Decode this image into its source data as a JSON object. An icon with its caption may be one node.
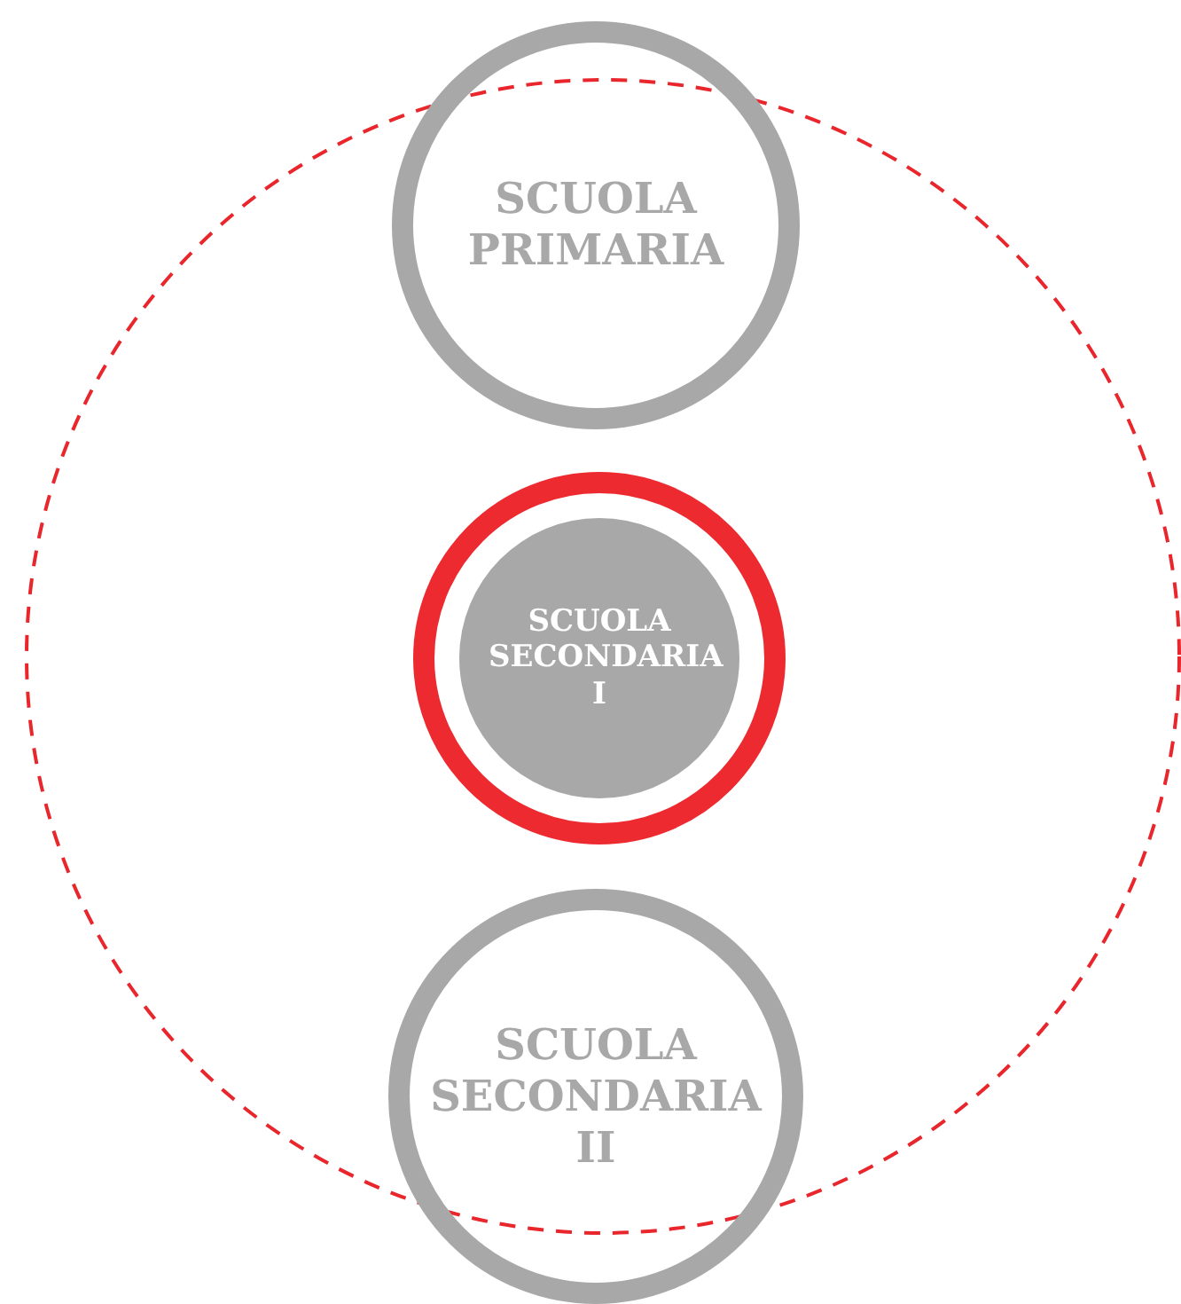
{
  "diagram": {
    "nodes": [
      {
        "text": [],
        "shape": "circle"
      },
      {
        "text": [
          "SCUOLA PRIMARIA"
        ]
      },
      {
        "text": [
          "SCUOLA SECONDARIA I"
        ],
        "in": 0
      },
      {
        "text": [
          "SCUOLA SECONDARIA II"
        ]
      }
    ]
  }
}
